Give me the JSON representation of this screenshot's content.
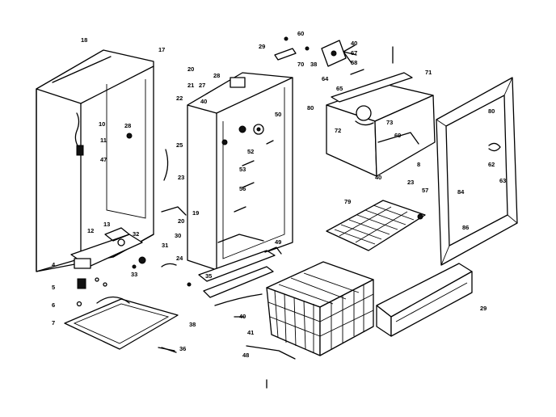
{
  "callouts": {
    "c1": "18",
    "c2": "17",
    "c3": "10",
    "c4": "11",
    "c5": "47",
    "c6": "28",
    "c7": "20",
    "c8": "21",
    "c9": "22",
    "c10": "28",
    "c11": "27",
    "c12": "40",
    "c13": "13",
    "c14": "12",
    "c15": "4",
    "c16": "5",
    "c17": "6",
    "c18": "7",
    "c19": "32",
    "c20": "31",
    "c21": "30",
    "c22": "24",
    "c23": "36",
    "c24": "23",
    "c25": "25",
    "c26": "33",
    "c27": "20",
    "c28": "19",
    "c29": "29",
    "c30": "60",
    "c31": "70",
    "c32": "38",
    "c33": "40",
    "c34": "67",
    "c35": "58",
    "c36": "64",
    "c37": "65",
    "c38": "71",
    "c39": "80",
    "c40": "72",
    "c41": "73",
    "c42": "69",
    "c43": "8",
    "c44": "40",
    "c45": "23",
    "c46": "57",
    "c47": "80",
    "c48": "62",
    "c49": "63",
    "c50": "84",
    "c51": "86",
    "c52": "79",
    "c53": "41",
    "c54": "48",
    "c55": "29",
    "c56": "38",
    "c57": "40",
    "c58": "35",
    "c59": "49",
    "c60": "50",
    "c61": "52",
    "c62": "53",
    "c63": "56"
  }
}
